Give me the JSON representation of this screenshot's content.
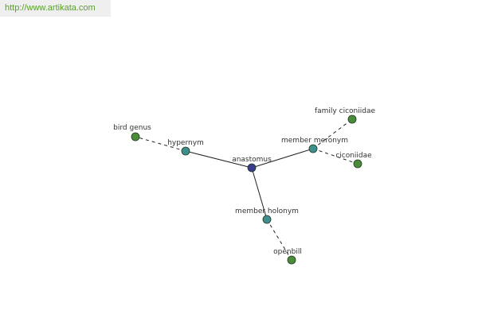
{
  "header": {
    "url": "http://www.artikata.com"
  },
  "graph": {
    "nodes": [
      {
        "id": "anastomus",
        "label": "anastomus",
        "kind": "center",
        "color": "#3b3b8e"
      },
      {
        "id": "hypernym",
        "label": "hypernym",
        "kind": "relation",
        "color": "#3f8f8f"
      },
      {
        "id": "member_meronym",
        "label": "member meronym",
        "kind": "relation",
        "color": "#3f8f8f"
      },
      {
        "id": "member_holonym",
        "label": "member holonym",
        "kind": "relation",
        "color": "#3f8f8f"
      },
      {
        "id": "bird_genus",
        "label": "bird genus",
        "kind": "leaf",
        "color": "#4a8c3a"
      },
      {
        "id": "family_ciconiidae",
        "label": "family ciconiidae",
        "kind": "leaf",
        "color": "#4a8c3a"
      },
      {
        "id": "ciconiidae",
        "label": "ciconiidae",
        "kind": "leaf",
        "color": "#4a8c3a"
      },
      {
        "id": "openbill",
        "label": "openbill",
        "kind": "leaf",
        "color": "#4a8c3a"
      }
    ],
    "edges": [
      {
        "from": "anastomus",
        "to": "hypernym",
        "style": "solid"
      },
      {
        "from": "anastomus",
        "to": "member_meronym",
        "style": "solid"
      },
      {
        "from": "anastomus",
        "to": "member_holonym",
        "style": "solid"
      },
      {
        "from": "hypernym",
        "to": "bird_genus",
        "style": "dashed"
      },
      {
        "from": "member_meronym",
        "to": "family_ciconiidae",
        "style": "dashed"
      },
      {
        "from": "member_meronym",
        "to": "ciconiidae",
        "style": "dashed"
      },
      {
        "from": "member_holonym",
        "to": "openbill",
        "style": "dashed"
      }
    ]
  }
}
